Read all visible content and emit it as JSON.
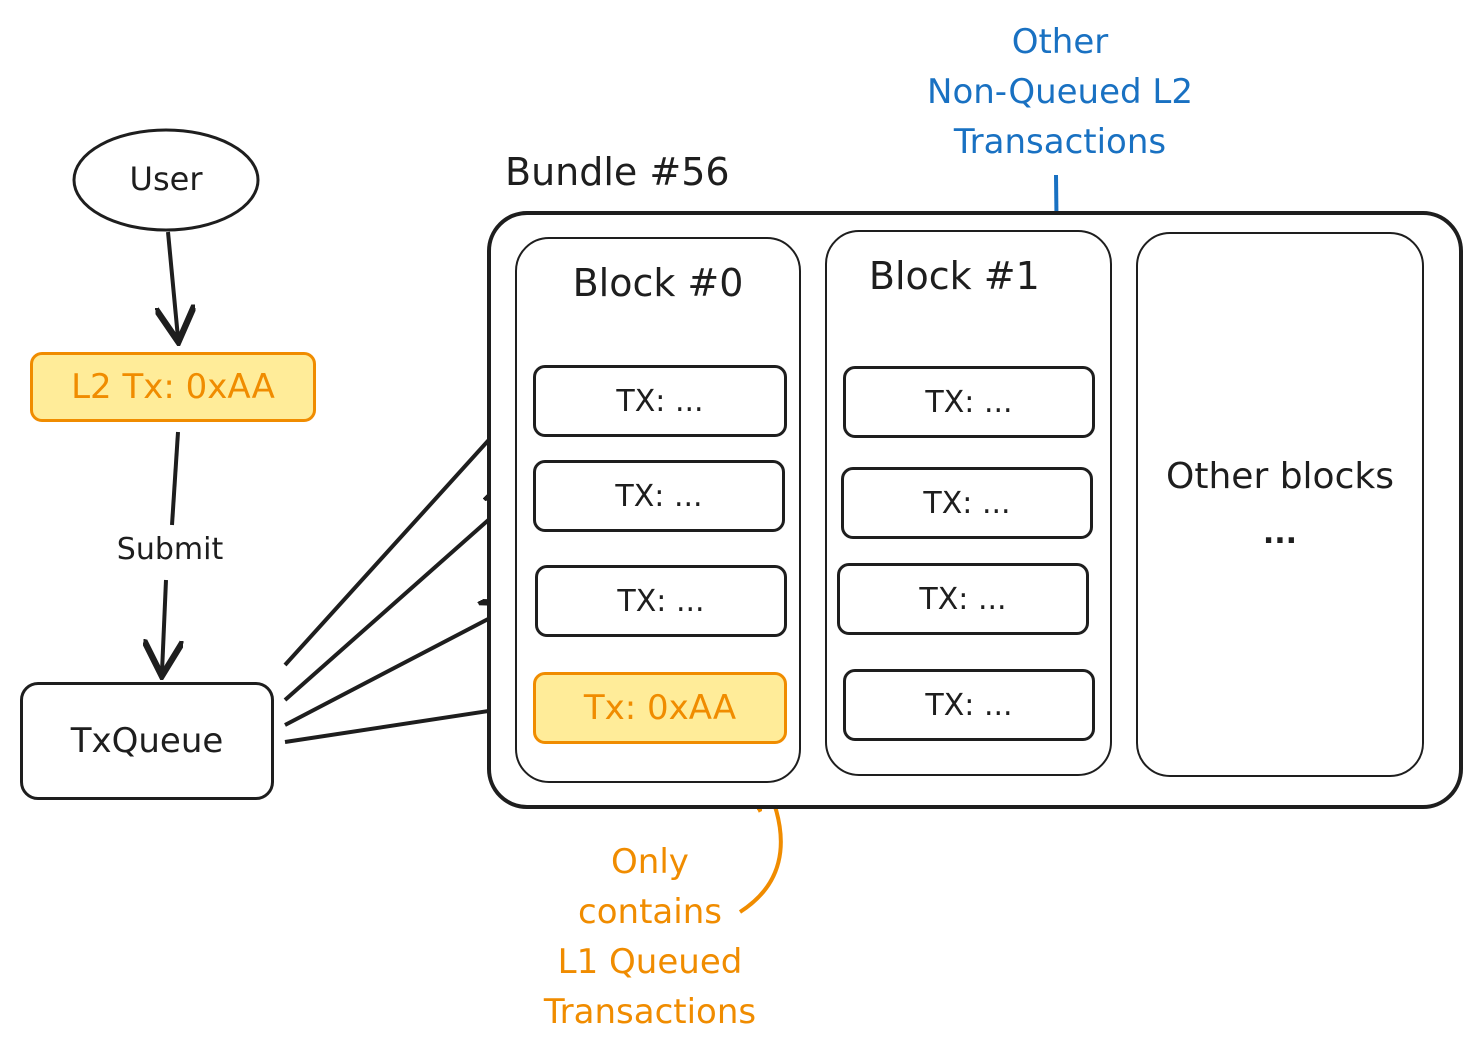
{
  "user": {
    "label": "User"
  },
  "l2_tx": {
    "label": "L2 Tx: 0xAA"
  },
  "submit": {
    "label": "Submit"
  },
  "txqueue": {
    "label": "TxQueue"
  },
  "bundle": {
    "title": "Bundle #56",
    "blocks": [
      {
        "title": "Block #0",
        "txs": [
          "TX: ...",
          "TX: ...",
          "TX: ...",
          "Tx: 0xAA"
        ]
      },
      {
        "title": "Block #1",
        "txs": [
          "TX: ...",
          "TX: ...",
          "TX: ...",
          "TX: ..."
        ]
      }
    ],
    "other_blocks": {
      "label": "Other blocks",
      "ellipsis": "..."
    }
  },
  "annotations": {
    "non_queued": [
      "Other",
      "Non-Queued L2",
      "Transactions"
    ],
    "only_contains": [
      "Only",
      "contains",
      "L1 Queued",
      "Transactions"
    ]
  },
  "colors": {
    "stroke": "#1e1e1e",
    "highlight_fill": "#ffec99",
    "highlight_stroke": "#f08c00",
    "blue": "#1971c2"
  }
}
